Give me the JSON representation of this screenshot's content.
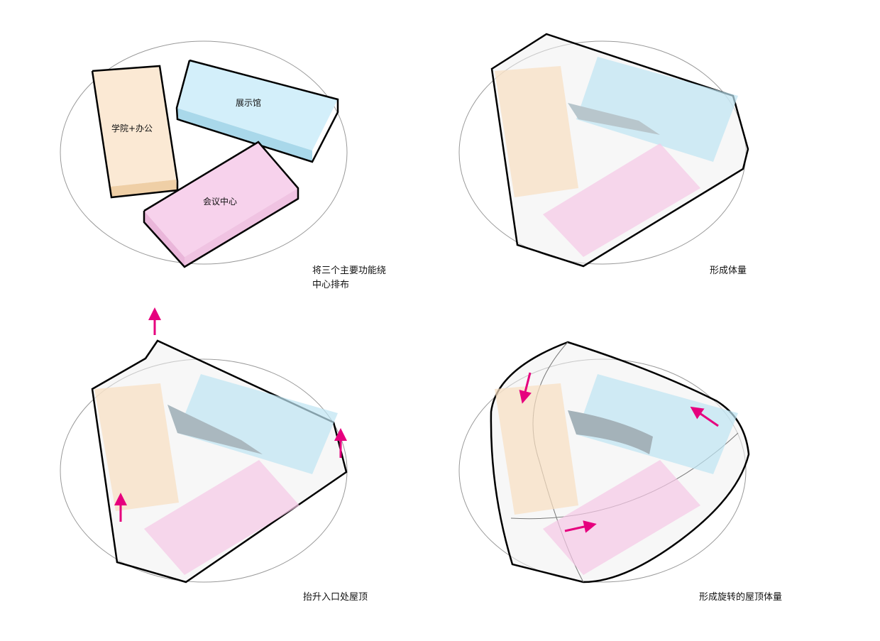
{
  "blocks": {
    "academy_office": "学院+办公",
    "exhibition_hall": "展示馆",
    "conference_center": "会议中心"
  },
  "steps": [
    {
      "caption_line1": "将三个主要功能绕",
      "caption_line2": "中心排布"
    },
    {
      "caption_line1": "形成体量"
    },
    {
      "caption_line1": "抬升入口处屋顶"
    },
    {
      "caption_line1": "形成旋转的屋顶体量"
    }
  ],
  "colors": {
    "academy": "#f8e6cf",
    "exhibition": "#cdeef8",
    "conference": "#f6cde8",
    "arrow": "#e6007e",
    "outline": "#000000"
  }
}
